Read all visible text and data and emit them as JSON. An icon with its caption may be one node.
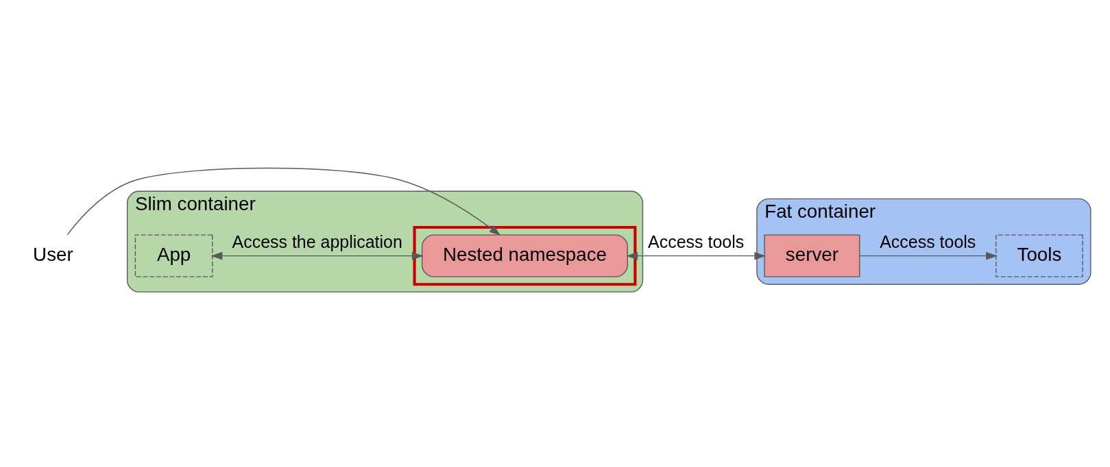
{
  "diagram": {
    "nodes": [
      {
        "text": [
          "User"
        ]
      },
      {
        "text": [
          "Slim container"
        ]
      },
      {
        "text": [],
        "shape": "box",
        "in": 1
      },
      {
        "text": [
          "Nested namespace"
        ],
        "in": 2
      },
      {
        "text": [
          "App"
        ],
        "in": 1
      },
      {
        "text": [
          "Fat container"
        ]
      },
      {
        "text": [
          "server"
        ],
        "in": 5
      },
      {
        "text": [
          "Tools"
        ],
        "in": 5
      }
    ],
    "edges": [
      {
        "from": 0,
        "to": 3,
        "arrow": "to"
      },
      {
        "from": 3,
        "to": 4,
        "arrow": "both",
        "label": "Access the application"
      },
      {
        "from": 3,
        "to": 6,
        "arrow": "both",
        "label": "Access tools"
      },
      {
        "from": 6,
        "to": 7,
        "arrow": "to",
        "label": "Access tools"
      }
    ]
  }
}
